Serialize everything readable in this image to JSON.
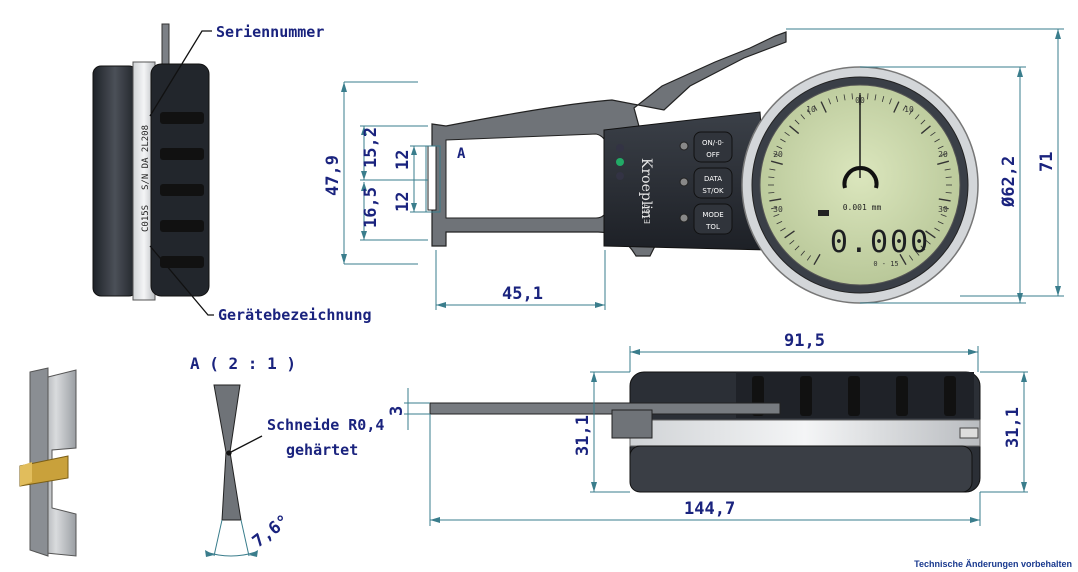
{
  "labels": {
    "serial": "Seriennummer",
    "device": "Gerätebezeichnung",
    "detail_title": "A ( 2 : 1 )",
    "detail_ref": "A",
    "edge_line1": "Schneide R0,4",
    "edge_line2": "gehärtet",
    "angle": "7,6°"
  },
  "engravings": {
    "serial_text": "S/N DA 2L208",
    "model_text": "C015S"
  },
  "dimensions": {
    "d_47_9": "47,9",
    "d_15_2": "15,2",
    "d_16_5": "16,5",
    "d_12a": "12",
    "d_12b": "12",
    "d_45_1": "45,1",
    "d_62_2": "Ø62,2",
    "d_71": "71",
    "d_91_5": "91,5",
    "d_3": "3",
    "d_31_1_left": "31,1",
    "d_31_1_right": "31,1",
    "d_144_7": "144,7"
  },
  "device": {
    "brand": "Kroeplin",
    "model_badge": "E167",
    "buttons": [
      {
        "top": "ON/·0·",
        "bottom": "OFF"
      },
      {
        "top": "DATA",
        "bottom": "ST/OK"
      },
      {
        "top": "MODE",
        "bottom": "TOL"
      }
    ],
    "dial_numbers": [
      "00",
      "10",
      "10",
      "20",
      "20",
      "30",
      "30"
    ],
    "unit_text": "0.001 mm",
    "display_value": "0.000",
    "range_text": "0 - 15"
  },
  "footer": "Technische Änderungen vorbehalten",
  "colors": {
    "dimension_text": "#1a237e",
    "dimension_line": "#3a7d8c",
    "footer_text": "#1a3a8f",
    "lcd": "#c8d6a8",
    "body_dark": "#2c3038",
    "frame_grey": "#6b6f74",
    "blade_gold": "#c9a13b"
  }
}
